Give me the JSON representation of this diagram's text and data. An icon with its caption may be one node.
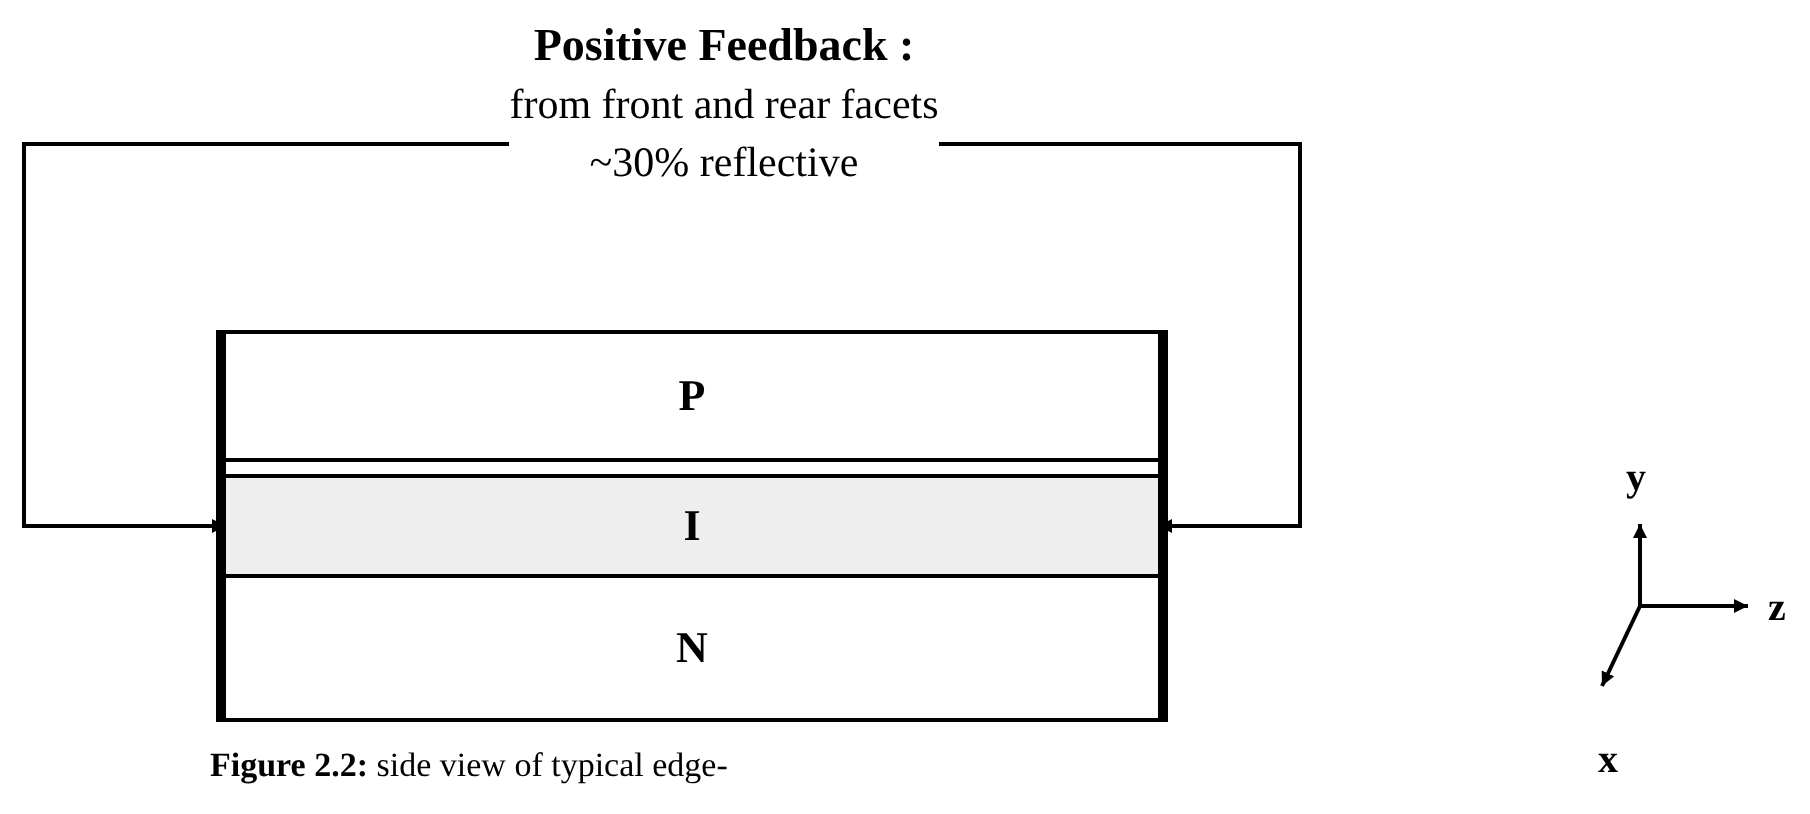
{
  "diagram": {
    "caption": "**Figure 2.2:** side view of typical edge-",
    "nodes": [
      {
        "text": [
          "Positive Feedback :",
          "from front and rear facets ~30% reflective"
        ]
      },
      {
        "text": [],
        "shape": "box"
      },
      {
        "text": [
          "P"
        ],
        "in": 1
      },
      {
        "text": [
          "I"
        ],
        "in": 1
      },
      {
        "text": [
          "N"
        ],
        "in": 1
      }
    ],
    "edges": [
      {
        "from": 0,
        "to": 3,
        "arrow": "to"
      },
      {
        "from": 0,
        "to": 3,
        "arrow": "to"
      }
    ],
    "labels": [
      "y",
      "z",
      "x"
    ]
  }
}
